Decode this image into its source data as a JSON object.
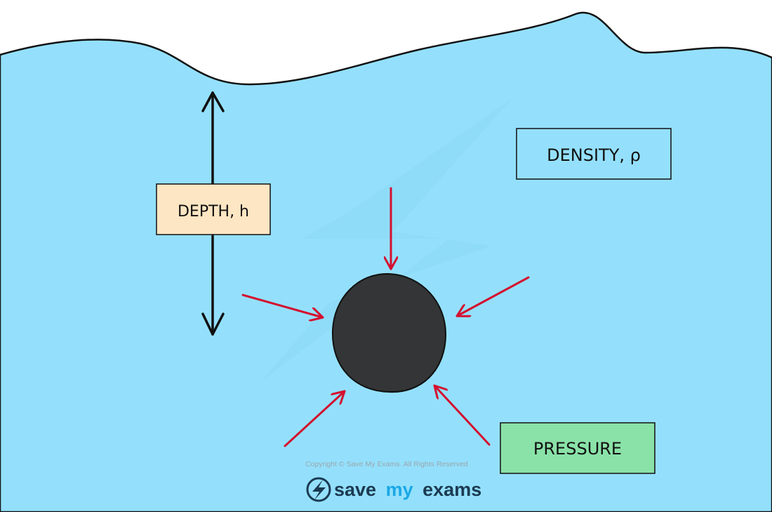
{
  "labels": {
    "depth": "DEPTH, h",
    "density": "DENSITY, ρ",
    "pressure": "PRESSURE"
  },
  "footer": {
    "copyright": "Copyright © Save My Exams. All Rights Reserved",
    "logo_save": "save",
    "logo_my": "my",
    "logo_exams": "exams"
  },
  "colors": {
    "water": "#94e0fc",
    "depth_box": "#fde6c3",
    "pressure_box": "#8ae2a8",
    "arrow": "#d4102f",
    "ball": "#333536",
    "logo_dark": "#1b3a52",
    "logo_accent": "#1aa8e6"
  }
}
